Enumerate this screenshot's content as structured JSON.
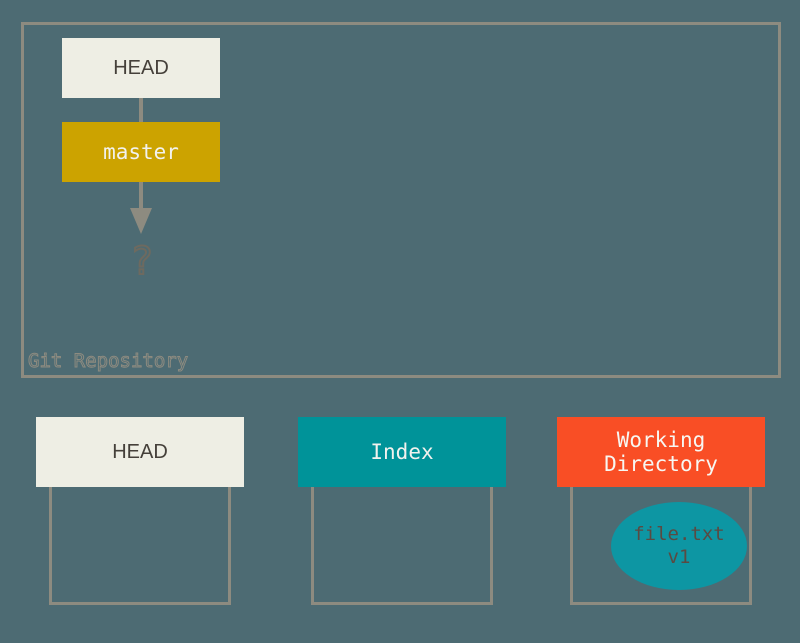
{
  "diagram": {
    "background_color": "#4d6b73",
    "border_color": "#8d8b80"
  },
  "repository": {
    "frame_label": "Git Repository",
    "head": {
      "label": "HEAD",
      "bg_color": "#eeeee4",
      "text_color": "#45403a"
    },
    "branch": {
      "label": "master",
      "bg_color": "#cca300",
      "text_color": "#f2f2ee"
    },
    "unknown_commit": {
      "label": "?",
      "text_color": "#6d6a60"
    }
  },
  "stages": [
    {
      "key": "head",
      "label": "HEAD",
      "bg_color": "#eeeee4",
      "text_color": "#45403a",
      "contents": []
    },
    {
      "key": "index",
      "label": "Index",
      "bg_color": "#009399",
      "text_color": "#f2f2ee",
      "contents": []
    },
    {
      "key": "working_directory",
      "label": "Working\nDirectory",
      "label_line1": "Working",
      "label_line2": "Directory",
      "bg_color": "#f94e25",
      "text_color": "#f7f7f2",
      "contents": [
        {
          "name": "file.txt",
          "version": "v1",
          "bg_color": "#0d96a3",
          "text_color": "#5a4a42"
        }
      ]
    }
  ]
}
